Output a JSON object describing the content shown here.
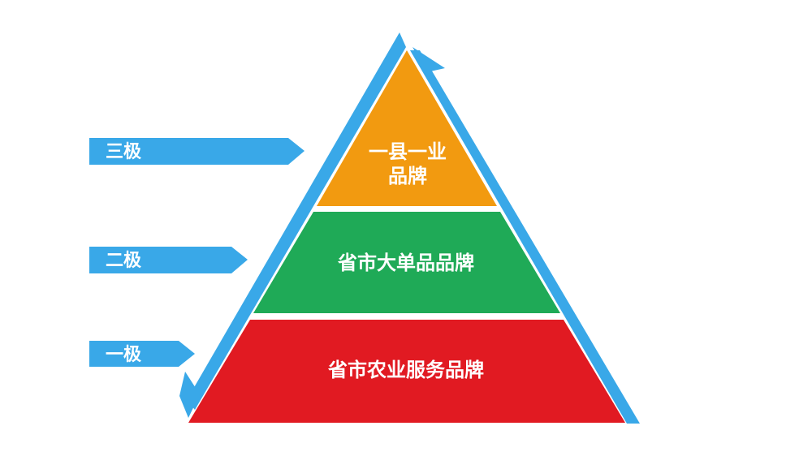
{
  "diagram": {
    "tiers": [
      {
        "lines": [
          "一县一业",
          "品牌"
        ],
        "color": "#F29A10"
      },
      {
        "lines": [
          "省市大单品品牌"
        ],
        "color": "#1FAA57"
      },
      {
        "lines": [
          "省市农业服务品牌"
        ],
        "color": "#E11A22"
      }
    ],
    "levels": [
      {
        "label": "三极"
      },
      {
        "label": "二极"
      },
      {
        "label": "一极"
      }
    ],
    "accent_color": "#39A8E8",
    "icons": [
      "arrow-up-icon",
      "arrow-down-icon",
      "pointer-arrow-icon"
    ]
  }
}
